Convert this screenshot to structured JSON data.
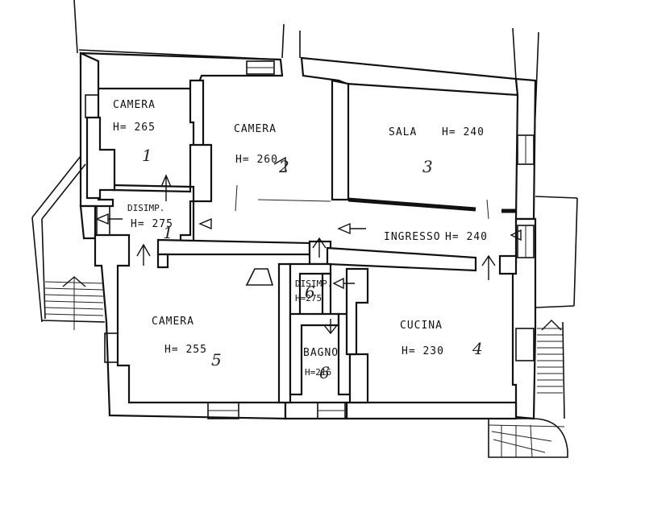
{
  "plan": {
    "rooms": {
      "camera_1": {
        "name": "CAMERA",
        "height": "H= 265",
        "number": "1"
      },
      "camera_2": {
        "name": "CAMERA",
        "height": "H= 260",
        "number": "2"
      },
      "sala": {
        "name": "SALA",
        "height": "H= 240",
        "number": "3"
      },
      "disimp_1": {
        "name": "DISIMP.",
        "height": "H= 275",
        "number": "1"
      },
      "ingresso": {
        "name": "INGRESSO",
        "height": "H= 240"
      },
      "camera_3": {
        "name": "CAMERA",
        "height": "H=  255",
        "number": "5"
      },
      "disimp_2": {
        "name": "DISIMP.",
        "height": "H=275",
        "number": "6"
      },
      "bagno": {
        "name": "BAGNO",
        "height": "H=216",
        "number": "6"
      },
      "cucina": {
        "name": "CUCINA",
        "height": "H= 230",
        "number": "4"
      }
    }
  }
}
